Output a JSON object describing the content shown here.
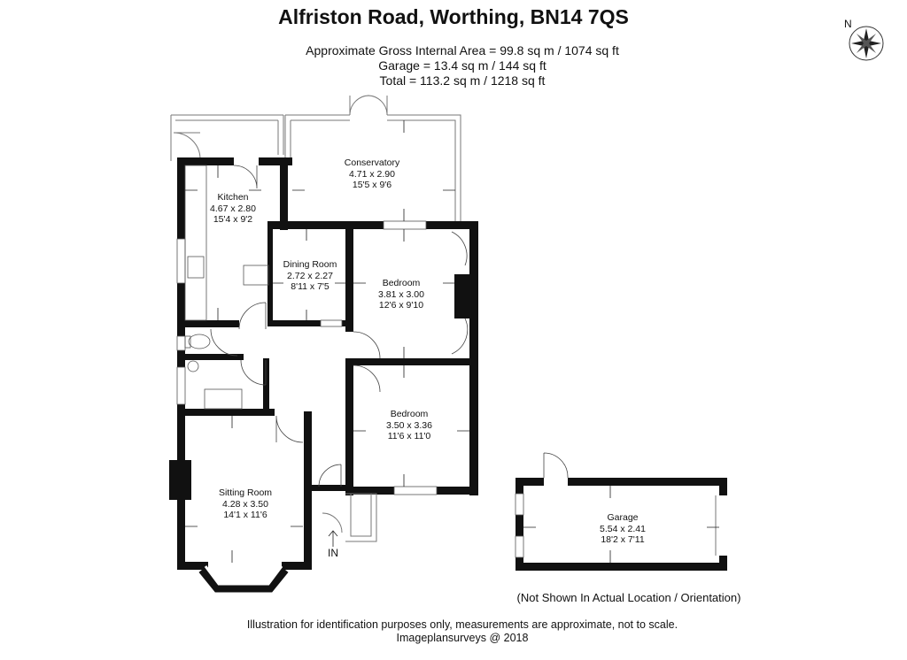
{
  "header": {
    "title": "Alfriston Road, Worthing, BN14 7QS",
    "gross_area": "Approximate Gross Internal Area = 99.8 sq m / 1074 sq ft",
    "garage_area": "Garage = 13.4 sq m / 144 sq ft",
    "total_area": "Total = 113.2 sq m / 1218 sq ft"
  },
  "compass": {
    "label": "N",
    "icon": "compass-rose-icon"
  },
  "rooms": {
    "conservatory": {
      "name": "Conservatory",
      "metric": "4.71 x 2.90",
      "imperial": "15'5 x 9'6"
    },
    "kitchen": {
      "name": "Kitchen",
      "metric": "4.67 x 2.80",
      "imperial": "15'4 x 9'2"
    },
    "dining": {
      "name": "Dining Room",
      "metric": "2.72 x 2.27",
      "imperial": "8'11 x 7'5"
    },
    "bedroom1": {
      "name": "Bedroom",
      "metric": "3.81 x 3.00",
      "imperial": "12'6 x 9'10"
    },
    "bedroom2": {
      "name": "Bedroom",
      "metric": "3.50 x 3.36",
      "imperial": "11'6 x 11'0"
    },
    "sitting": {
      "name": "Sitting Room",
      "metric": "4.28 x 3.50",
      "imperial": "14'1 x 11'6"
    },
    "garage": {
      "name": "Garage",
      "metric": "5.54 x 2.41",
      "imperial": "18'2 x 7'11"
    }
  },
  "entrance_label": "IN",
  "not_shown": "(Not Shown In Actual Location / Orientation)",
  "footer": {
    "disclaimer": "Illustration for identification purposes only, measurements are approximate, not to scale.",
    "credit": "Imageplansurveys @ 2018"
  }
}
